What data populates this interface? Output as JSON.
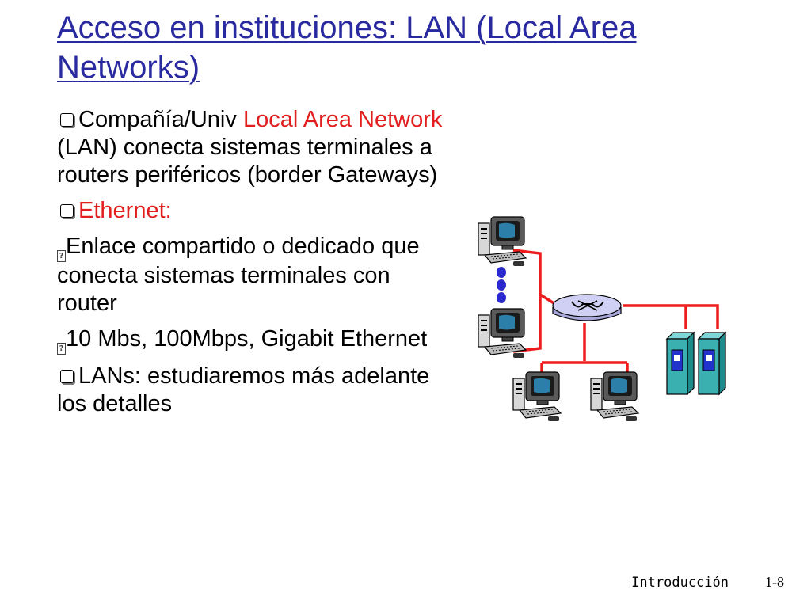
{
  "title": {
    "text": "Acceso en instituciones: LAN (Local Area Networks)",
    "color": "#2a2aa0"
  },
  "bullets": {
    "b1_pre": "Compañía/Univ ",
    "b1_red": "Local Area Network",
    "b1_post": " (LAN) conecta sistemas terminales a routers periféricos (border Gateways)",
    "b2_red": "Ethernet:",
    "b3_text": "Enlace compartido o dedicado que conecta sistemas terminales con router",
    "b4_text": "10 Mbs, 100Mbps, Gigabit Ethernet",
    "b5_text": "LANs:  estudiaremos más adelante los detalles",
    "sub_bullet_glyph": "?",
    "red_color": "#e31e1e"
  },
  "footer": {
    "label": "Introducción",
    "page": "1-8"
  },
  "diagram": {
    "icons": [
      "desktop-computer-icon",
      "router-icon",
      "server-icon"
    ],
    "link_color": "#ee1c1c",
    "router_color": "#c8c8ee",
    "server_color": "#3ab0b0",
    "dot_color": "#2a2ad0"
  }
}
